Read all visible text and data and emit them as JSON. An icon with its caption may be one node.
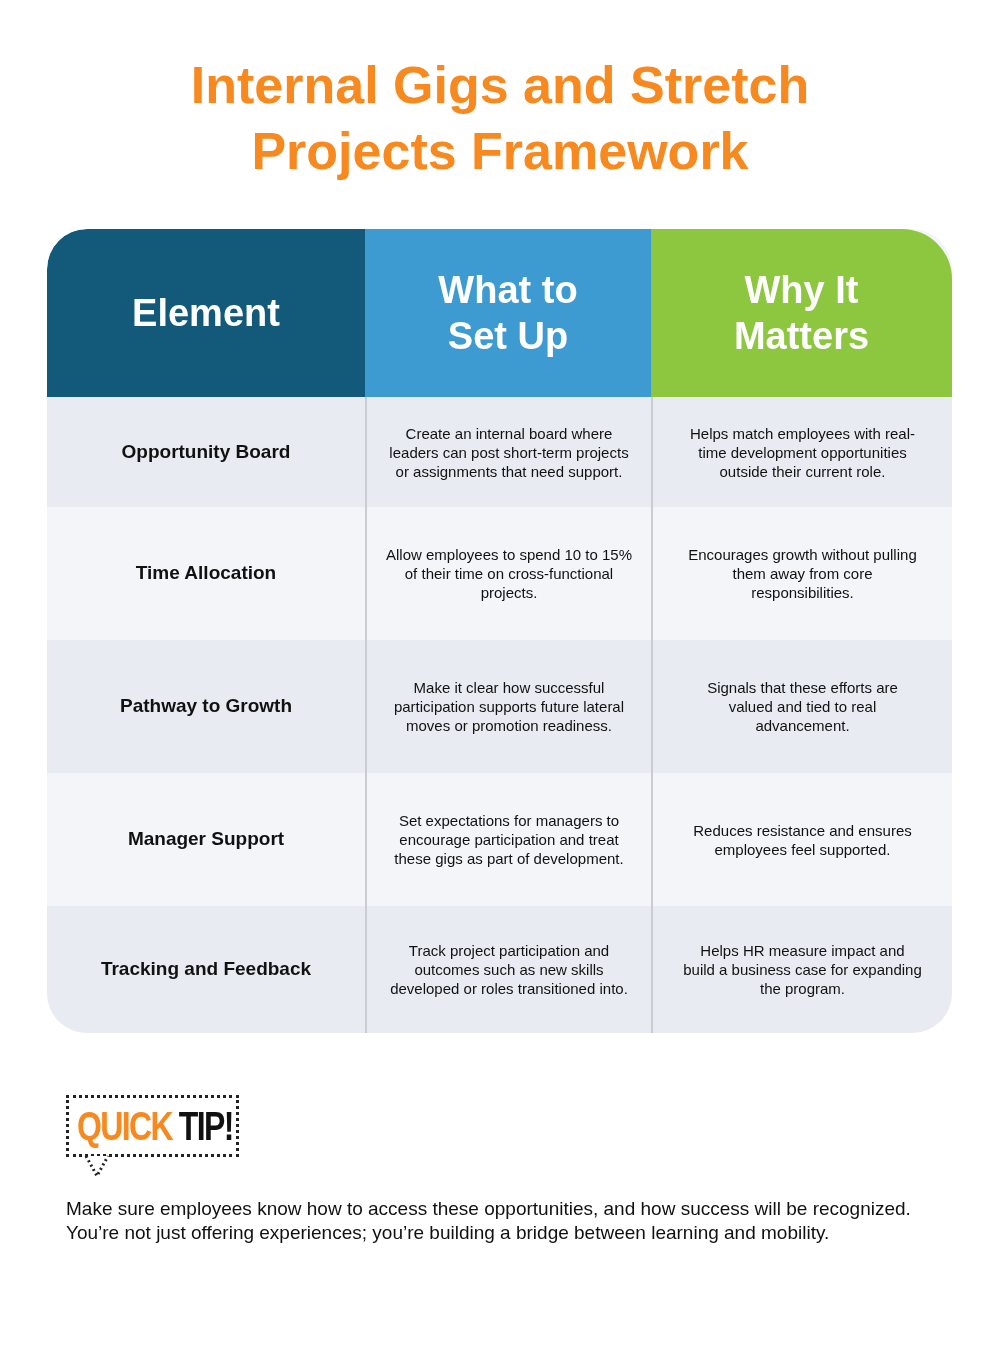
{
  "diagram": {
    "title": "Internal Gigs and Stretch Projects Framework",
    "nodes": [
      {
        "text": [
          "QUICK",
          "TIP!"
        ]
      }
    ],
    "edges": [],
    "labels": [
      "Element",
      "What to Set Up",
      "Why It Matters",
      "Opportunity Board",
      "Create an internal board where leaders can post short-term projects or assignments that need support.",
      "Helps match employees with real-time development opportunities outside their current role.",
      "Time Allocation",
      "Allow employees to spend 10 to 15% of their time on cross-functional projects.",
      "Encourages growth without pulling them away from core responsibilities.",
      "Pathway to Growth",
      "Make it clear how successful participation supports future lateral moves or promotion readiness.",
      "Signals that these efforts are valued and tied to real advancement.",
      "Manager Support",
      "Set expectations for managers to encourage participation and treat these gigs as part of development.",
      "Reduces resistance and ensures employees feel supported.",
      "Tracking and Feedback",
      "Track project participation and outcomes such as new skills developed or roles transitioned into.",
      "Helps HR measure impact and build a business case for expanding the program.",
      "Make sure employees know how to access these opportunities, and how success will be recognized. You’re not just offering experiences; you’re building a bridge between learning and mobility."
    ]
  }
}
